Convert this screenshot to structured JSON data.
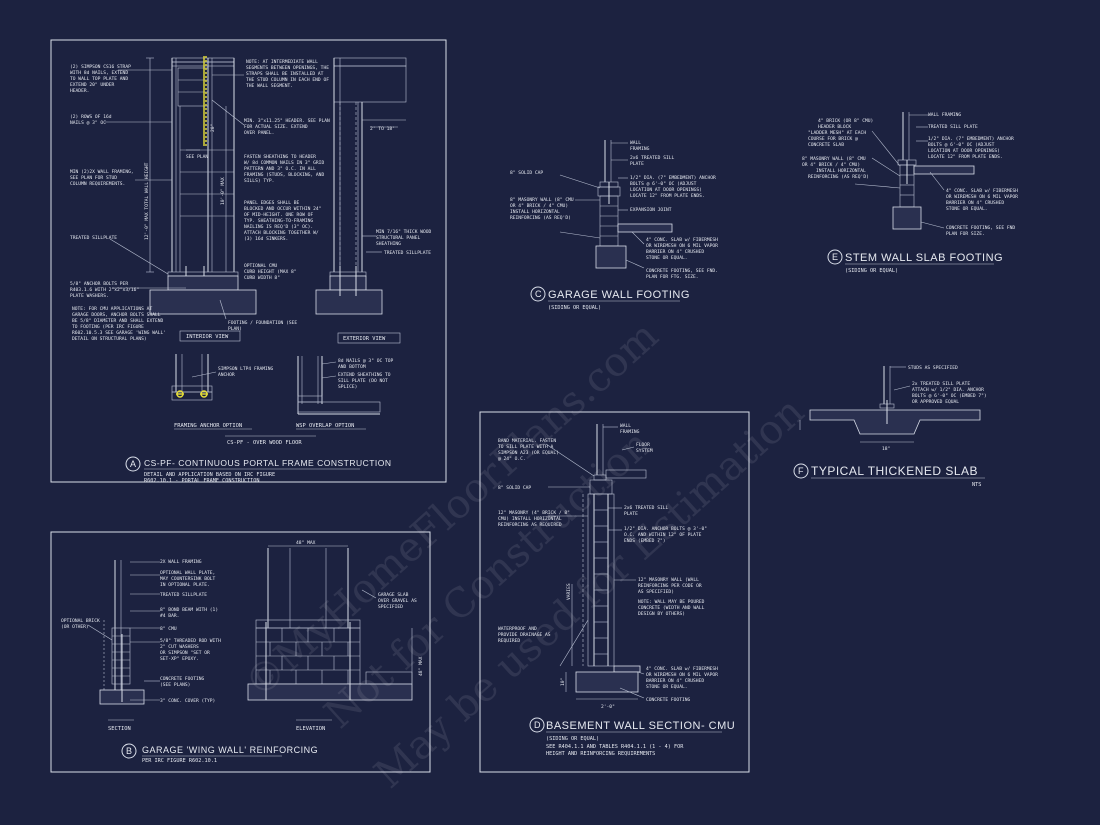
{
  "panel_a": {
    "marker": "A",
    "title": "CS-PF- CONTINUOUS PORTAL FRAME CONSTRUCTION",
    "subtitle": "DETAIL AND APPLICATION BASED ON IRC FIGURE",
    "subtitle2": "R602.10.1 - PORTAL FRAME CONSTRUCTION",
    "interior_view": "INTERIOR VIEW",
    "exterior_view": "EXTERIOR VIEW",
    "framing_anchor": "FRAMING ANCHOR OPTION",
    "wsp_overlap": "WSP OVERLAP OPTION",
    "over_wood": "CS-PF - OVER WOOD FLOOR",
    "notes": [
      "(2) SIMPSON CS16 STRAP",
      "WITH 8d NAILS, EXTEND",
      "TO WALL TOP PLATE AND",
      "EXTEND 20\" UNDER",
      "HEADER.",
      "(2) ROWS OF 16d",
      "NAILS @ 3\" OC",
      "MIN (2)2X WALL FRAMING,",
      "SEE PLAN FOR STUD",
      "COLUMN REQUIREMENTS.",
      "TREATED SILLPLATE",
      "5/8\" ANCHOR BOLTS PER",
      "R403.1.6 WITH 2\"x2\"x3/16\"",
      "PLATE WASHERS.",
      "NOTE: FOR CMU APPLICATIONS AT",
      "GARAGE DOORS, ANCHOR BOLTS SHALL",
      "BE 5/8\" DIAMETER AND SHALL EXTEND",
      "TO FOOTING (PER IRC FIGURE",
      "R602.10.5.3 SEE GARAGE 'WING WALL'",
      "DETAIL ON STRUCTURAL PLANS)"
    ],
    "notes_mid": [
      "NOTE: AT INTERMEDIATE WALL",
      "SEGMENTS BETWEEN OPENINGS, THE",
      "STRAPS SHALL BE INSTALLED AT",
      "THE STUD COLUMN IN EACH END OF",
      "THE WALL SEGMENT.",
      "MIN. 3\"x11.25\" HEADER. SEE PLAN",
      "FOR ACTUAL SIZE. EXTEND",
      "OVER PANEL.",
      "FASTEN SHEATHING TO HEADER",
      "W/ 8d COMMON NAILS IN 3\" GRID",
      "PATTERN AND 3\" O.C. IN ALL",
      "FRAMING (STUDS, BLOCKING, AND",
      "SILLS) TYP.",
      "PANEL EDGES SHALL BE",
      "BLOCKED AND OCCUR WITHIN 24\"",
      "OF MID-HEIGHT. ONE ROW OF",
      "TYP. SHEATHING-TO-FRAMING",
      "NAILING IS REQ'D (3\" OC).",
      "ATTACH BLOCKING TOGETHER W/",
      "(3) 16d SINKERS.",
      "OPTIONAL CMU",
      "CURB HEIGHT (MAX 8\"",
      "CURB WIDTH 8\"",
      "FOOTING / FOUNDATION (SEE",
      "PLAN)"
    ],
    "notes_ext": [
      "MIN 7/16\" THICK WOOD",
      "STRUCTURAL PANEL",
      "SHEATHING",
      "TREATED SILLPLATE"
    ],
    "anchor_notes": [
      "SIMPSON LTP4 FRAMING",
      "ANCHOR"
    ],
    "wsp_notes": [
      "8d NAILS @ 3\" OC TOP",
      "AND BOTTOM",
      "EXTEND SHEATHING TO",
      "SILL PLATE (DO NOT",
      "SPLICE)"
    ],
    "dims": [
      "12'-0\" MAX TOTAL WALL HEIGHT",
      "10'-0\" MAX",
      "SEE PLAN",
      "2' TO 18'",
      "20\""
    ]
  },
  "panel_b": {
    "marker": "B",
    "title": "GARAGE 'WING WALL' REINFORCING",
    "subtitle": "PER IRC FIGURE R602.10.1",
    "section": "SECTION",
    "elevation": "ELEVATION",
    "dim_top": "48\" MAX",
    "dim_side": "48\" MAX",
    "notes": [
      "2X WALL FRAMING",
      "OPTIONAL WALL PLATE,",
      "MAY COUNTERSINK BOLT",
      "IN OPTIONAL PLATE.",
      "TREATED SILLPLATE",
      "8\" BOND BEAM WITH (1)",
      "#4 BAR.",
      "8\" CMU",
      "5/8\" THREADED ROD WITH",
      "2\" CUT WASHERS",
      "OR SIMPSON \"SET OR",
      "SET-XP\" EPOXY.",
      "CONCRETE FOOTING",
      "(SEE PLANS)",
      "3\" CONC. COVER (TYP)"
    ],
    "left_notes": [
      "OPTIONAL BRICK",
      "(OR OTHER)"
    ],
    "right_notes": [
      "GARAGE SLAB",
      "OVER GRAVEL AS",
      "SPECIFIED"
    ]
  },
  "panel_c": {
    "marker": "C",
    "title": "GARAGE WALL FOOTING",
    "subtitle": "(SIDING OR EQUAL)",
    "notes": [
      "WALL",
      "FRAMING",
      "2x6 TREATED SILL",
      "PLATE",
      "1/2\" DIA. (7\" EMBEDMENT) ANCHOR",
      "BOLTS @ 6'-0\" OC (ADJUST",
      "LOCATION AT DOOR OPENINGS)",
      "LOCATE 12\" FROM PLATE ENDS.",
      "EXPANSION JOINT",
      "4\" CONC. SLAB w/ FIBERMESH",
      "OR WIREMESH ON 6 MIL VAPOR",
      "BARRIER ON 4\" CRUSHED",
      "STONE OR EQUAL.",
      "CONCRETE FOOTING, SEE FND.",
      "PLAN FOR FTG. SIZE."
    ],
    "left_notes": [
      "8\" SOLID CAP",
      "8\" MASONRY WALL (8\" CMU",
      "OR 4\" BRICK / 4\" CMU)",
      "INSTALL HORIZONTAL",
      "REINFORCING (AS REQ'D)"
    ]
  },
  "panel_d": {
    "marker": "D",
    "title": "BASEMENT WALL SECTION- CMU",
    "subtitle": "(SIDING OR EQUAL)",
    "subtitle2": "SEE R404.1.1 AND TABLES R404.1.1 (1 - 4) FOR",
    "subtitle3": "HEIGHT AND REINFORCING REQUIREMENTS",
    "dim_varies": "VARIES",
    "dim_10": "10\"",
    "dim_20": "2'-0\"",
    "left_notes": [
      "BAND MATERIAL. FASTEN",
      "TO SILL PLATE WITH A",
      "SIMPSON A23 (OR EQUAL)",
      "@ 24\" O.C.",
      "8\" SOLID CAP",
      "12\" MASONRY (4\" BRICK / 8\"",
      "CMU) INSTALL HORIZONTAL",
      "REINFORCING AS REQUIRED",
      "WATERPROOF AND",
      "PROVIDE DRAINAGE AS",
      "REQUIRED"
    ],
    "right_notes": [
      "WALL",
      "FRAMING",
      "FLOOR",
      "SYSTEM",
      "2x6 TREATED SILL",
      "PLATE",
      "1/2\" DIA. ANCHOR BOLTS @ 3'-0\"",
      "O.C. AND WITHIN 12\" OF PLATE",
      "ENDS (EMBED 7\")",
      "12\" MASONRY WALL (WALL",
      "REINFORCING PER CODE OR",
      "AS SPECIFIED)",
      "NOTE: WALL MAY BE POURED",
      "CONCRETE (WIDTH AND WALL",
      "DESIGN BY OTHERS)",
      "4\" CONC. SLAB w/ FIBERMESH",
      "OR WIREMESH ON 6 MIL VAPOR",
      "BARRIER ON 4\" CRUSHED",
      "STONE OR EQUAL.",
      "CONCRETE FOOTING"
    ]
  },
  "panel_e": {
    "marker": "E",
    "title": "STEM WALL SLAB FOOTING",
    "subtitle": "(SIDING OR EQUAL)",
    "left_notes": [
      "4\" BRICK (OR 8\" CMU)",
      "HEADER BLOCK",
      "\"LADDER MESH\" AT EACH",
      "COURSE FOR BRICK @",
      "CONCRETE SLAB",
      "8\" MASONRY WALL (8\" CMU",
      "OR 4\" BRICK / 4\" CMU)",
      "INSTALL HORIZONTAL",
      "REINFORCING (AS REQ'D)"
    ],
    "right_notes": [
      "WALL FRAMING",
      "TREATED SILL PLATE",
      "1/2\" DIA. (7\" EMBEDMENT) ANCHOR",
      "BOLTS @ 6'-0\" OC (ADJUST",
      "LOCATION AT DOOR OPENINGS)",
      "LOCATE 12\" FROM PLATE ENDS.",
      "4\" CONC. SLAB w/ FIBERMESH",
      "OR WIREMESH ON 6 MIL VAPOR",
      "BARRIER ON 4\" CRUSHED",
      "STONE OR EQUAL.",
      "CONCRETE FOOTING, SEE FND",
      "PLAN FOR SIZE."
    ]
  },
  "panel_f": {
    "marker": "F",
    "title": "TYPICAL THICKENED SLAB",
    "subtitle": "NTS",
    "dim": "18\"",
    "notes": [
      "STUDS AS SPECIFIED",
      "2x TREATED SILL PLATE",
      "ATTACH w/ 1/2\" DIA. ANCHOR",
      "BOLTS @ 6'-0\" OC (EMBED 7\")",
      "OR APPROVED EQUAL"
    ]
  },
  "watermark": {
    "line1": "©MyHomeFloorPlans.com",
    "line2": "Not for Construction",
    "line3": "May be used for Estimation"
  }
}
